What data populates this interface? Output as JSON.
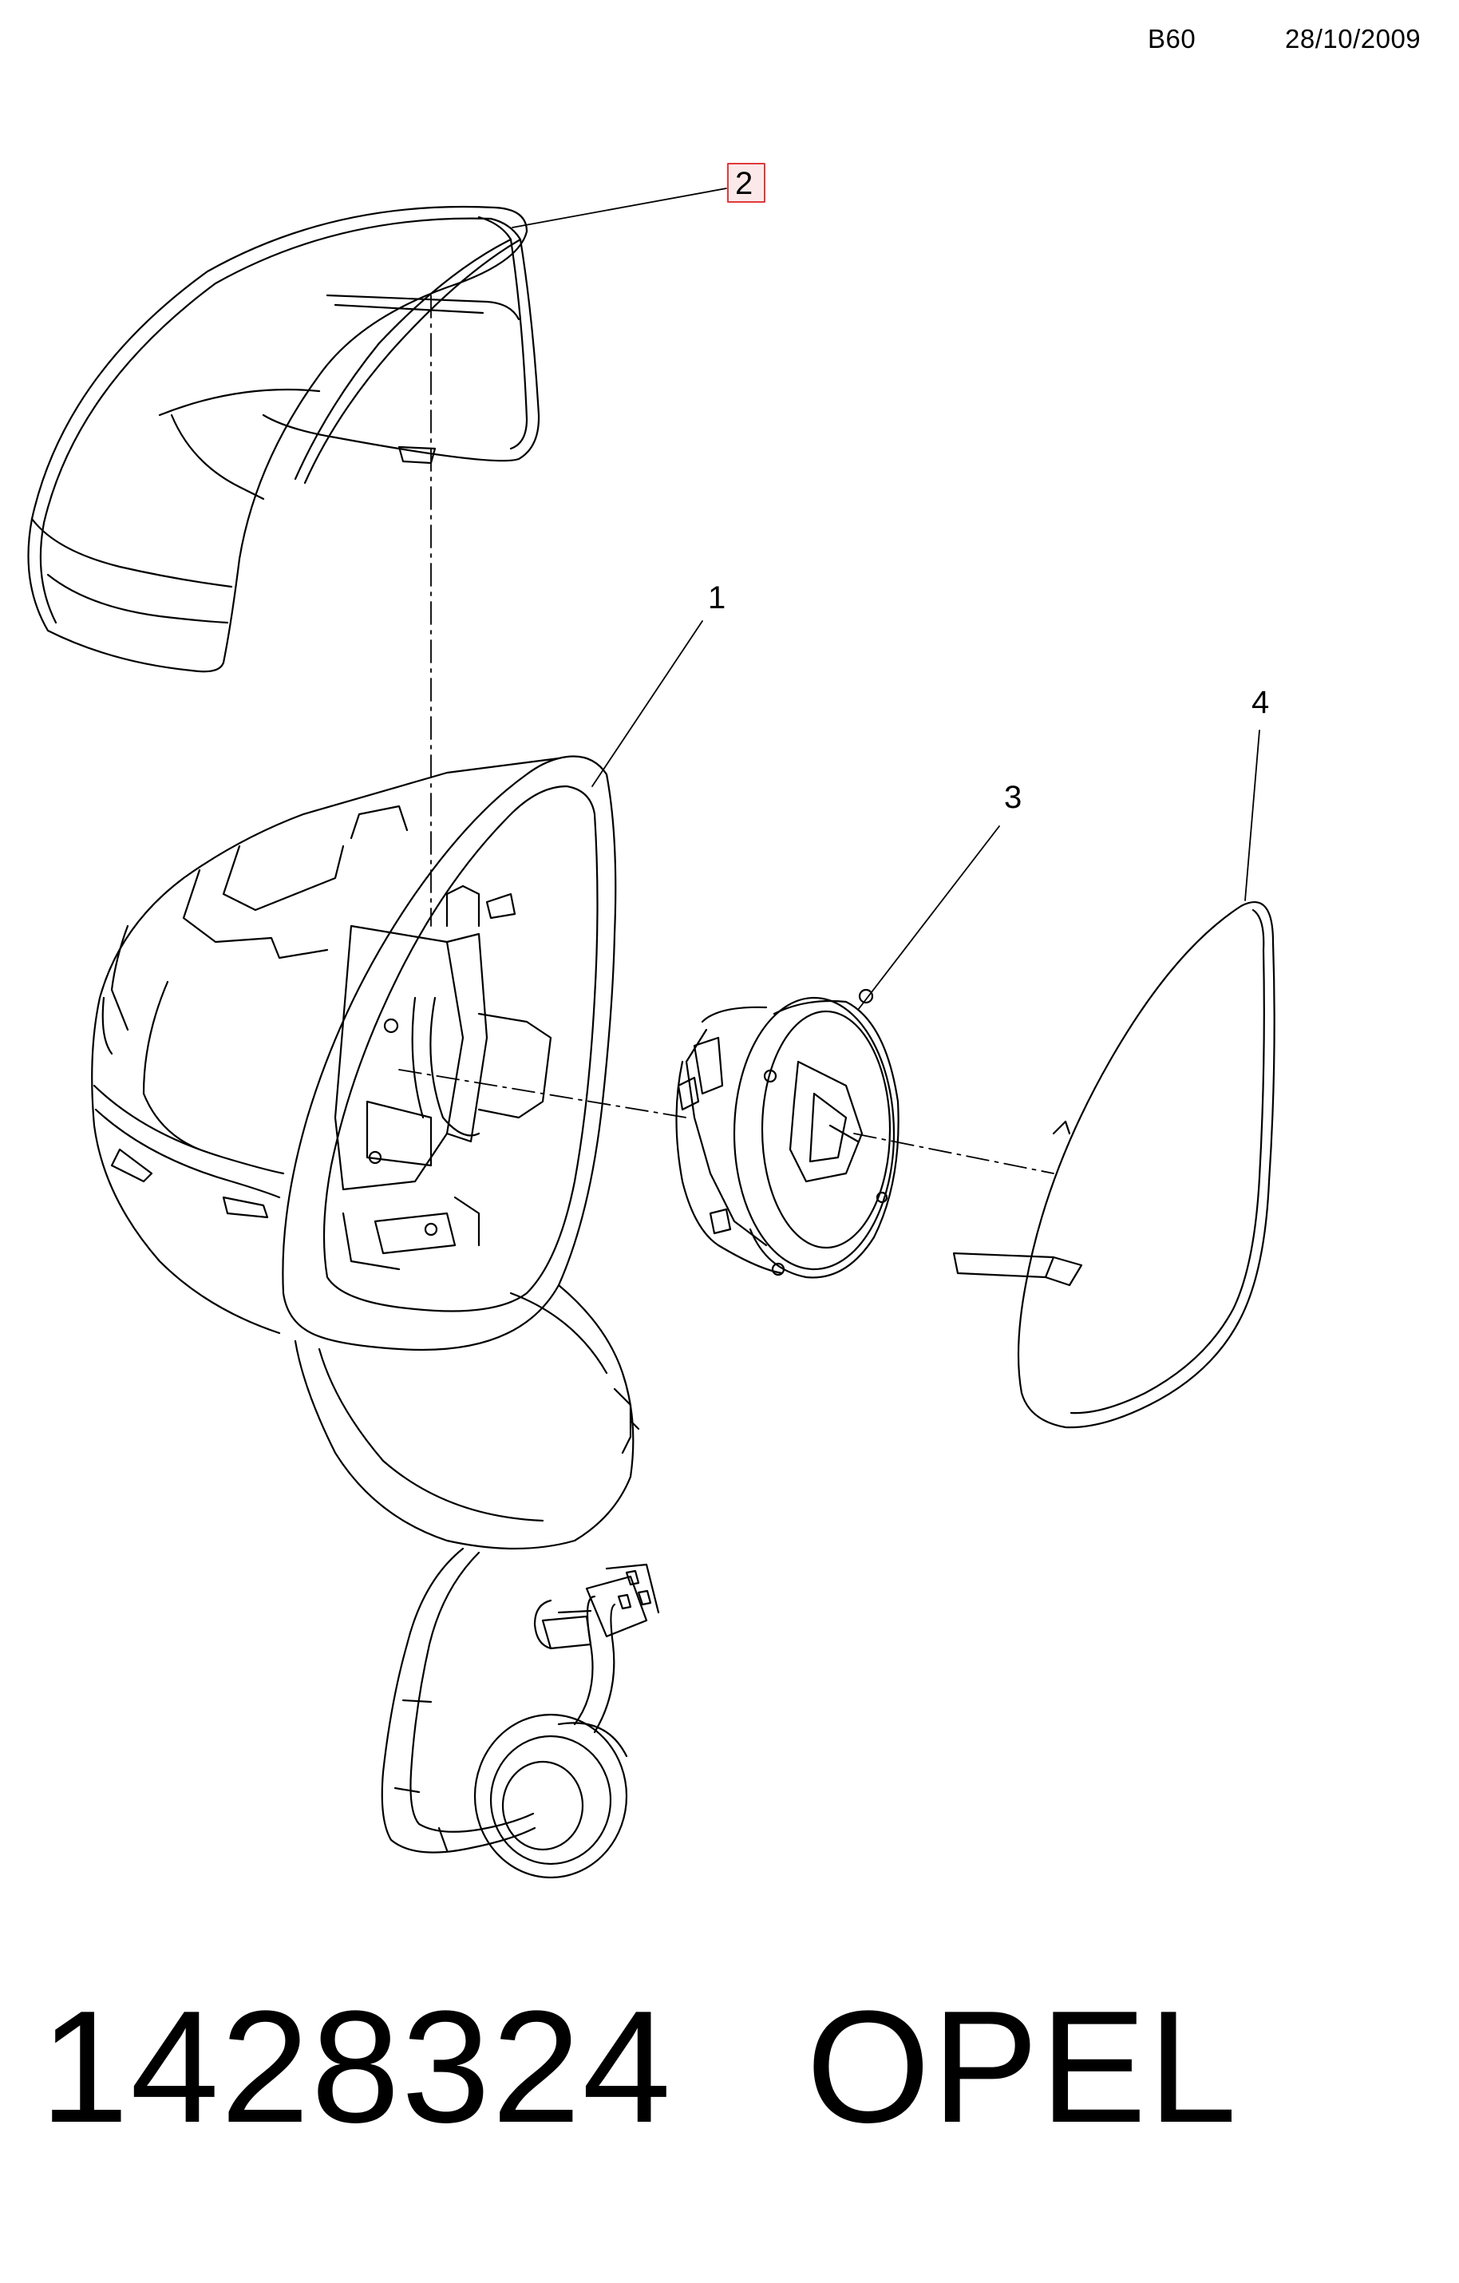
{
  "header": {
    "code": "B60",
    "date": "28/10/2009"
  },
  "callouts": [
    {
      "id": "2",
      "highlight_color": "#e23a3a"
    },
    {
      "id": "1"
    },
    {
      "id": "3"
    },
    {
      "id": "4"
    }
  ],
  "footer": {
    "part_number": "1428324",
    "brand": "OPEL"
  }
}
